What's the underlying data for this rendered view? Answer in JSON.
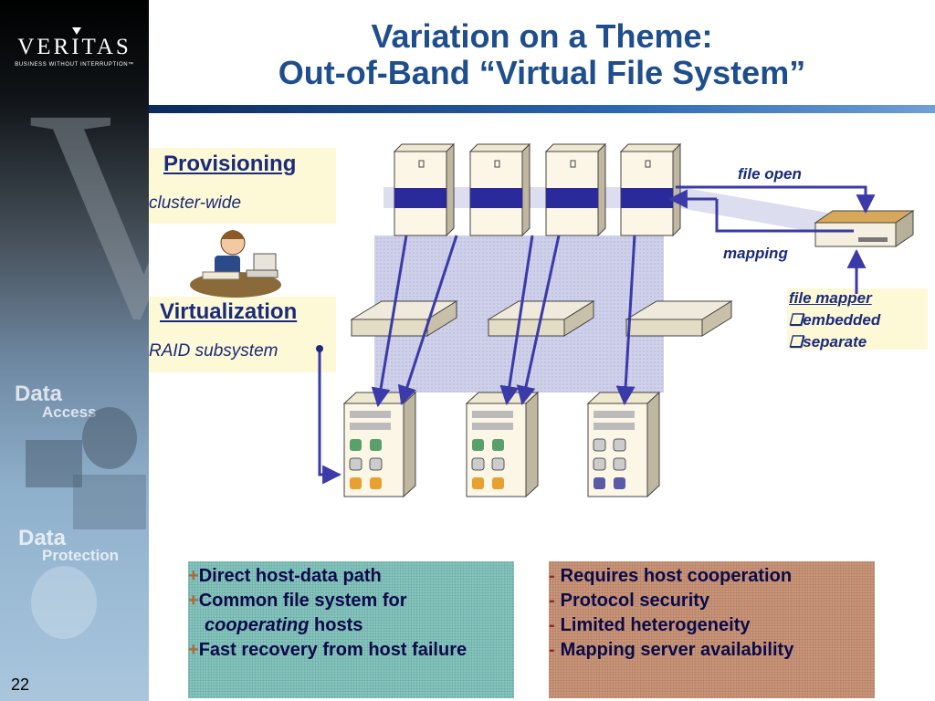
{
  "slide": {
    "title_line1": "Variation on a Theme:",
    "title_line2": "Out-of-Band “Virtual File System”",
    "page_number": "22"
  },
  "sidebar": {
    "brand": "VERITAS",
    "tagline": "BUSINESS WITHOUT INTERRUPTION™",
    "data1": "Data",
    "access": "Access",
    "data2": "Data",
    "protection": "Protection"
  },
  "provisioning": {
    "heading": "Provisioning",
    "subtitle": "cluster-wide"
  },
  "virtualization": {
    "heading": "Virtualization",
    "subtitle": "RAID subsystem"
  },
  "labels": {
    "file_open": "file open",
    "mapping": "mapping"
  },
  "file_mapper": {
    "heading": "file mapper",
    "options": [
      "embedded",
      "separate"
    ]
  },
  "pros": {
    "items": [
      "Direct host-data path",
      "Common file system for",
      "cooperating",
      "hosts",
      "Fast recovery from host failure"
    ]
  },
  "cons": {
    "items": [
      "Requires host cooperation",
      "Protocol security",
      "Limited heterogeneity",
      "Mapping server availability"
    ]
  },
  "colors": {
    "title": "#1f4e8c",
    "label": "#1a2b7a",
    "arrow": "#3a3aa8",
    "pros_bg": "#86c5bf",
    "cons_bg": "#c9967a"
  }
}
